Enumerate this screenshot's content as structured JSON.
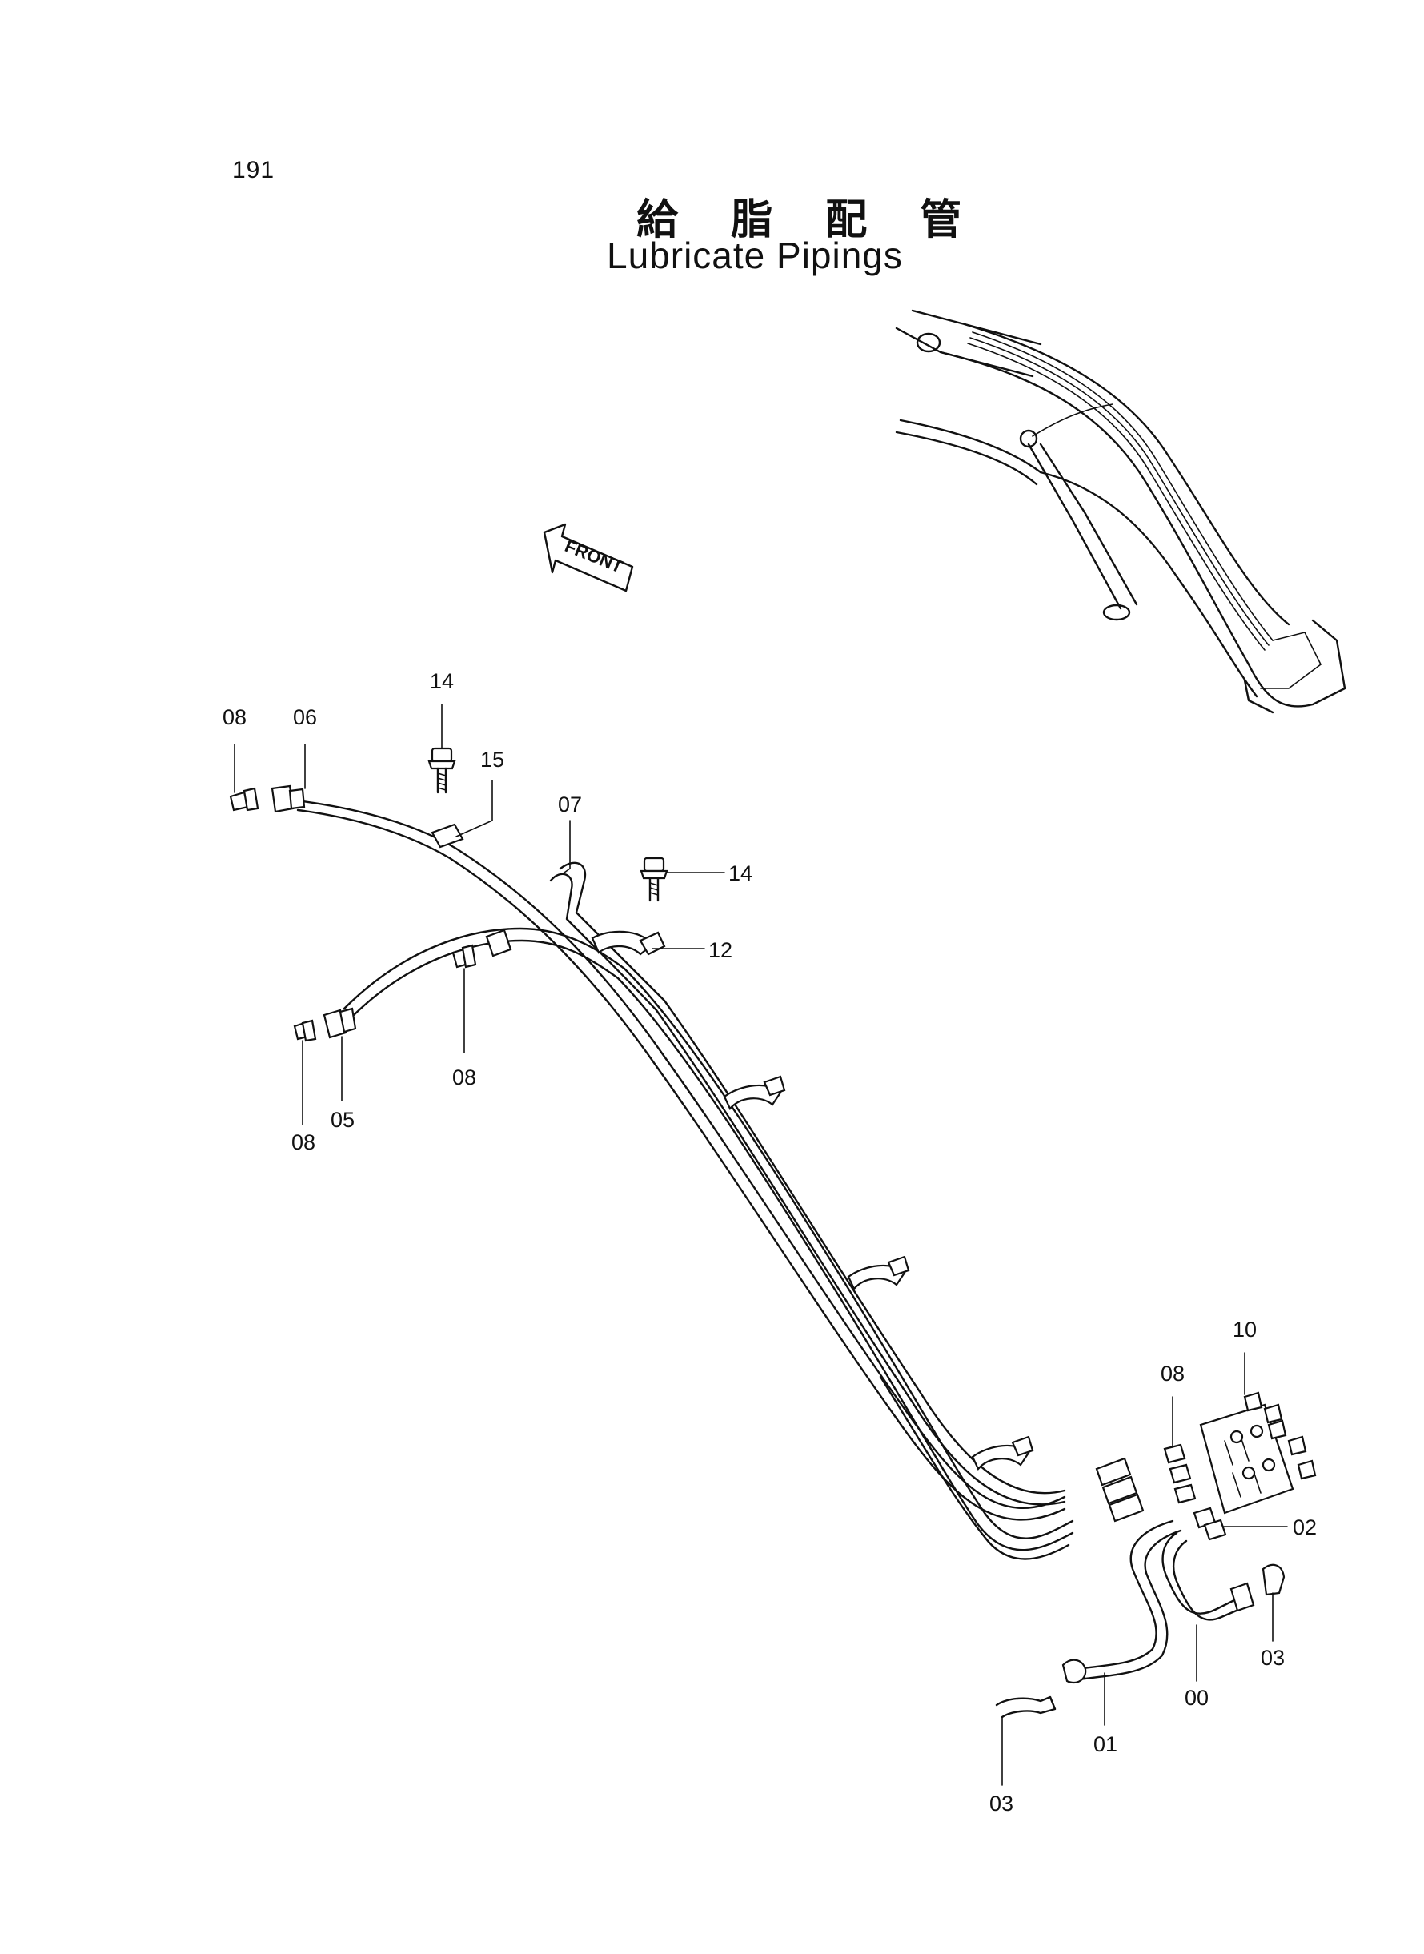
{
  "page_number": "191",
  "title_jp": "給 脂 配 管",
  "title_en": "Lubricate Pipings",
  "front_arrow_label": "FRONT",
  "callouts": {
    "c08_top_left": "08",
    "c06": "06",
    "c14_top": "14",
    "c15": "15",
    "c07": "07",
    "c14_mid": "14",
    "c12": "12",
    "c08_mid": "08",
    "c05": "05",
    "c08_bottom_left": "08",
    "c10": "10",
    "c08_right": "08",
    "c02": "02",
    "c03_right": "03",
    "c00": "00",
    "c01": "01",
    "c03_bottom": "03"
  }
}
